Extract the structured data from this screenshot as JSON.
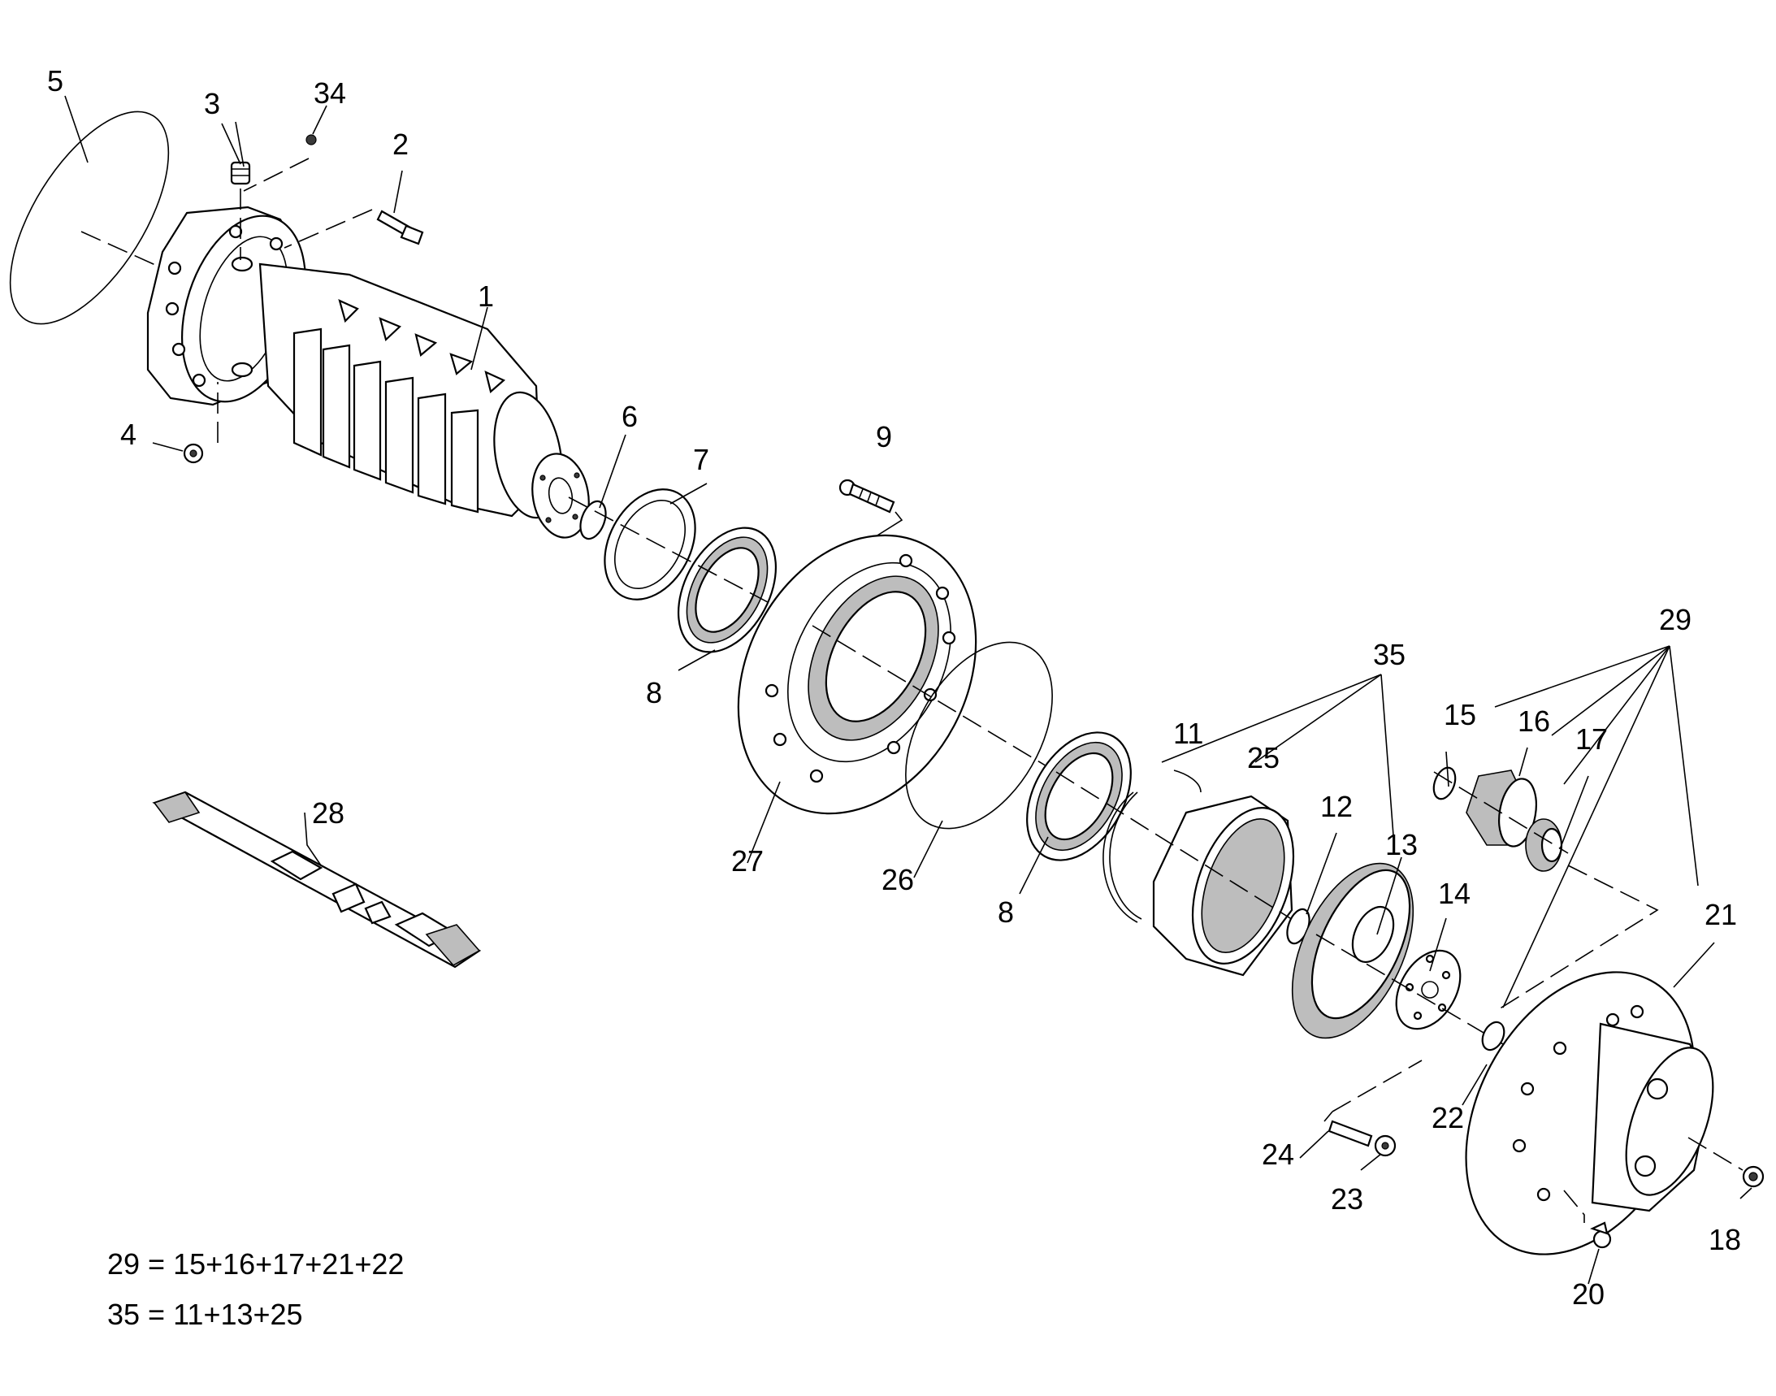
{
  "diagram": {
    "callouts": [
      "5",
      "3",
      "34",
      "2",
      "1",
      "4",
      "6",
      "7",
      "9",
      "8",
      "27",
      "26",
      "8",
      "28",
      "11",
      "35",
      "25",
      "12",
      "13",
      "14",
      "29",
      "15",
      "16",
      "17",
      "21",
      "22",
      "24",
      "23",
      "20",
      "18"
    ],
    "legend": [
      "29 = 15+16+17+21+22",
      "35 = 11+13+25"
    ]
  }
}
